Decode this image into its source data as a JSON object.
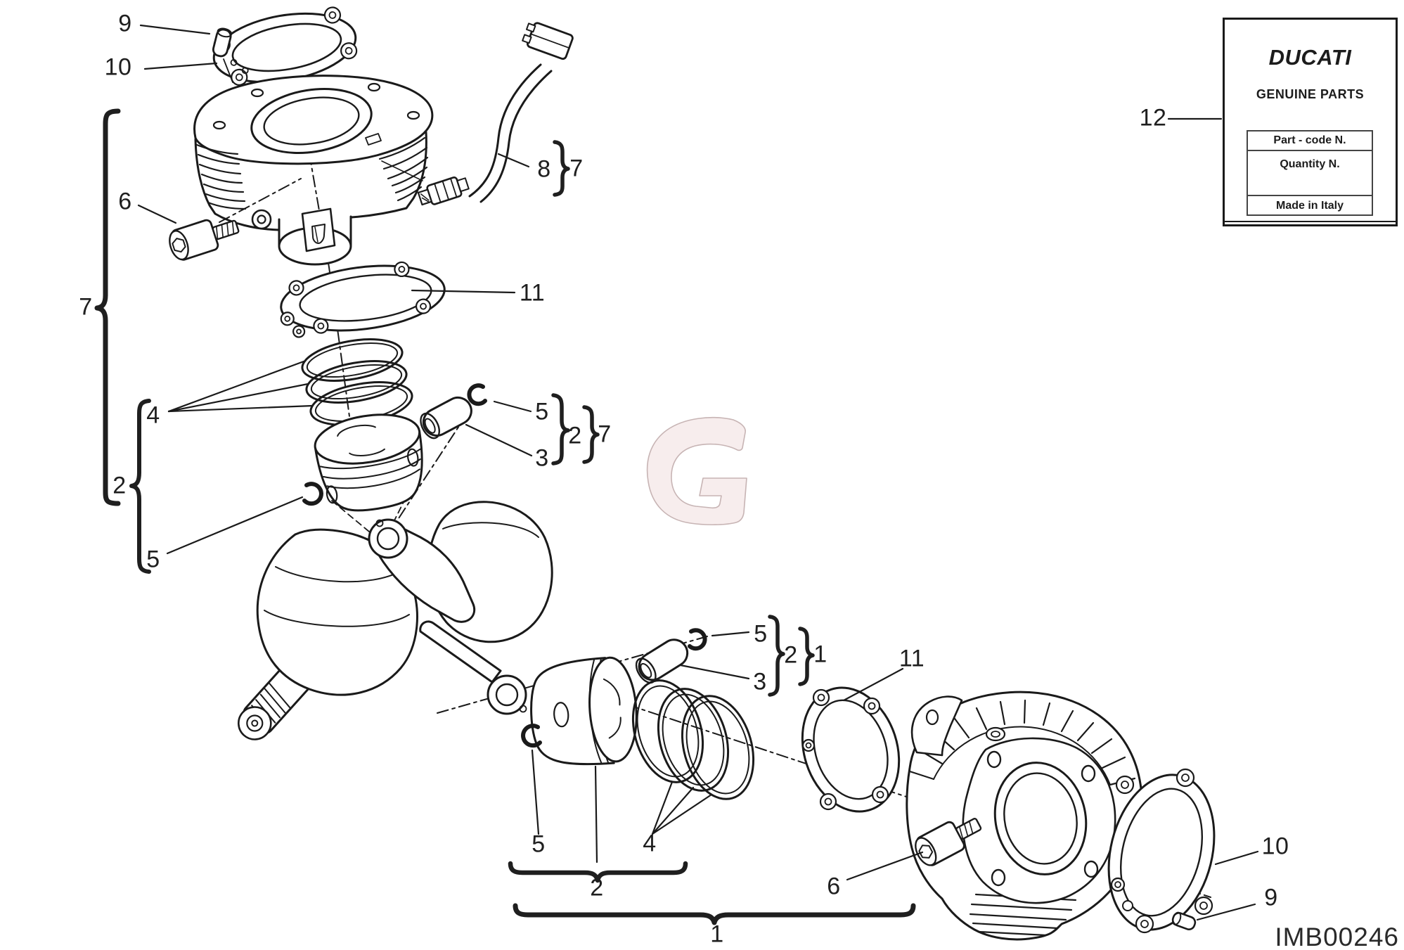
{
  "diagram": {
    "image_code": "IMB00246",
    "watermark_letter": "G",
    "callouts": [
      {
        "label": "9"
      },
      {
        "label": "10"
      },
      {
        "label": "6"
      },
      {
        "label": "7"
      },
      {
        "label": "8"
      },
      {
        "label": "7"
      },
      {
        "label": "11"
      },
      {
        "label": "4"
      },
      {
        "label": "2"
      },
      {
        "label": "5"
      },
      {
        "label": "5"
      },
      {
        "label": "3"
      },
      {
        "label": "2"
      },
      {
        "label": "7"
      },
      {
        "label": "5"
      },
      {
        "label": "3"
      },
      {
        "label": "2"
      },
      {
        "label": "1"
      },
      {
        "label": "11"
      },
      {
        "label": "5"
      },
      {
        "label": "2"
      },
      {
        "label": "4"
      },
      {
        "label": "6"
      },
      {
        "label": "1"
      },
      {
        "label": "10"
      },
      {
        "label": "9"
      },
      {
        "label": "12"
      }
    ],
    "brand_box": {
      "brand": "DUCATI",
      "subtitle": "GENUINE PARTS",
      "rows": [
        "Part - code N.",
        "Quantity N.",
        "Made in Italy"
      ]
    }
  }
}
